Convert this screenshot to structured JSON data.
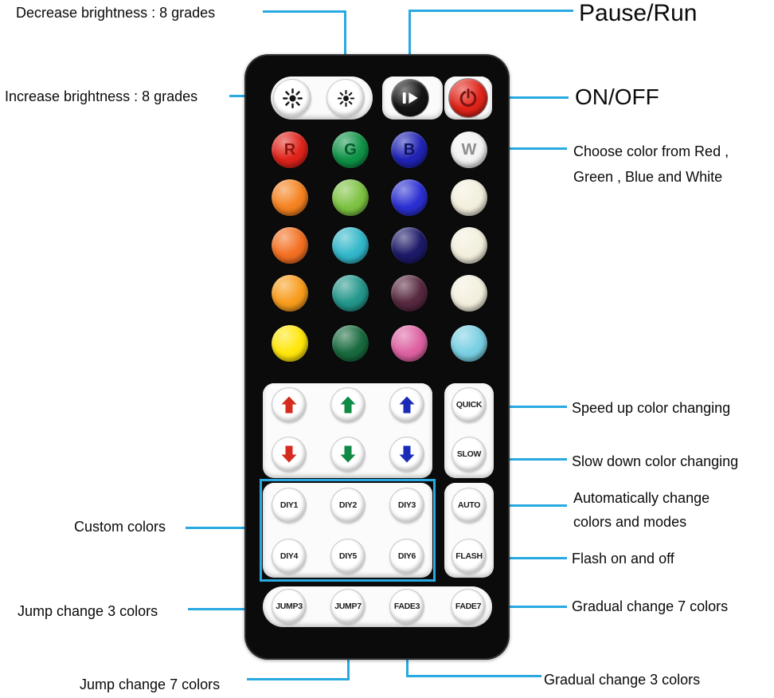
{
  "colors": {
    "leader_line": "#29a9e1",
    "remote_body": "#0b0b0b",
    "power_button": "#e02419",
    "pause_button": "#141414"
  },
  "annotations": {
    "decrease_brightness": "Decrease brightness : 8 grades",
    "increase_brightness": "Increase brightness : 8 grades",
    "pause_run": "Pause/Run",
    "on_off": "ON/OFF",
    "choose_color_line1": "Choose color from Red ,",
    "choose_color_line2": "Green , Blue and White",
    "speed_up": "Speed up color changing",
    "slow_down": "Slow down color changing",
    "auto_line1": "Automatically change",
    "auto_line2": "colors and modes",
    "flash": "Flash on and off",
    "gradual_7": "Gradual change 7 colors",
    "gradual_3": "Gradual change 3 colors",
    "custom_colors": "Custom colors",
    "jump_3": "Jump change 3 colors",
    "jump_7": "Jump change 7 colors"
  },
  "remote": {
    "color_grid": [
      {
        "label": "R",
        "bg": "#df231b",
        "fg": "#8f130b"
      },
      {
        "label": "G",
        "bg": "#0f9347",
        "fg": "#055a2a"
      },
      {
        "label": "B",
        "bg": "#2023b4",
        "fg": "#10125f"
      },
      {
        "label": "W",
        "bg": "#f3f3f3",
        "fg": "#8e8e8e"
      },
      {
        "bg": "#f58220"
      },
      {
        "bg": "#7dc242"
      },
      {
        "bg": "#2b2fd1"
      },
      {
        "bg": "#f3efdd"
      },
      {
        "bg": "#f36f21"
      },
      {
        "bg": "#31b7c9"
      },
      {
        "bg": "#1d1a68"
      },
      {
        "bg": "#f3efdd"
      },
      {
        "bg": "#f89c1c"
      },
      {
        "bg": "#23968b"
      },
      {
        "bg": "#572840"
      },
      {
        "bg": "#f3efdd"
      },
      {
        "bg": "#ffe60a"
      },
      {
        "bg": "#186a3e"
      },
      {
        "bg": "#dd61a2"
      },
      {
        "bg": "#79cfe3"
      }
    ],
    "arrows": [
      {
        "dir": "up",
        "color": "#d42b1e"
      },
      {
        "dir": "up",
        "color": "#0f8a44"
      },
      {
        "dir": "up",
        "color": "#1a2bb8"
      },
      {
        "dir": "down",
        "color": "#d42b1e"
      },
      {
        "dir": "down",
        "color": "#0f8a44"
      },
      {
        "dir": "down",
        "color": "#1a2bb8"
      }
    ],
    "speed_buttons": [
      "QUICK",
      "SLOW"
    ],
    "mode_buttons": [
      "AUTO",
      "FLASH"
    ],
    "diy_buttons": [
      "DIY1",
      "DIY2",
      "DIY3",
      "DIY4",
      "DIY5",
      "DIY6"
    ],
    "bottom_buttons": [
      "JUMP3",
      "JUMP7",
      "FADE3",
      "FADE7"
    ]
  }
}
